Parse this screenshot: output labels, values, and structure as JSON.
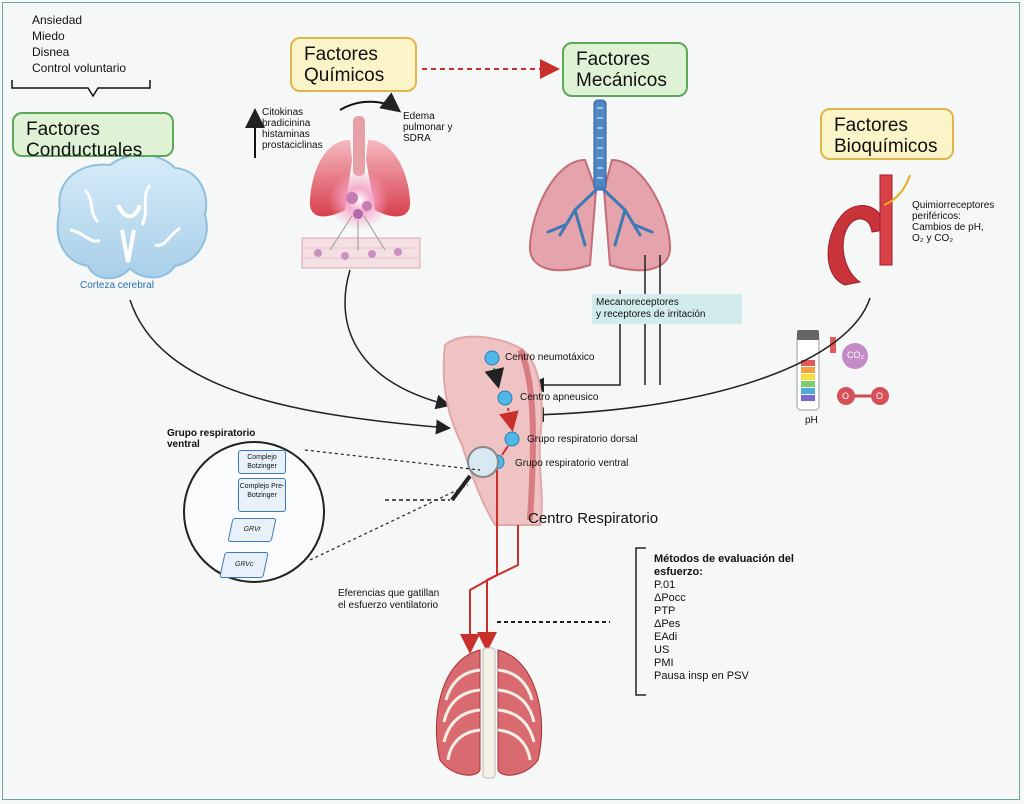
{
  "triggers": [
    "Ansiedad",
    "Miedo",
    "Disnea",
    "Control voluntario"
  ],
  "boxes": {
    "conductuales": [
      "Factores",
      "Conductuales"
    ],
    "quimicos": [
      "Factores",
      "Químicos"
    ],
    "mecanicos": [
      "Factores",
      "Mecánicos"
    ],
    "bioquimicos": [
      "Factores",
      "Bioquímicos"
    ]
  },
  "brain_label": "Corteza cerebral",
  "chemical_mediators": [
    "Citokinas",
    "bradicinina",
    "histaminas",
    "prostaciclinas"
  ],
  "edema_label": [
    "Edema",
    "pulmonar y",
    "SDRA"
  ],
  "mechanoreceptors_label": [
    "Mecanoreceptores",
    "y receptores de irritación"
  ],
  "chemoreceptors_label": [
    "Quimiorreceptores",
    "periféricos:",
    "Cambios de pH,",
    "O₂ y CO₂"
  ],
  "ph_label": "pH",
  "co2_label": "CO₂",
  "o2_label": "O",
  "centers": {
    "neumotaxico": "Centro neumotáxico",
    "apneusico": "Centro apneusico",
    "dorsal": "Grupo respiratorio dorsal",
    "ventral": "Grupo respiratorio ventral",
    "title": "Centro Respiratorio"
  },
  "ventral_group": {
    "title": [
      "Grupo respiratorio",
      "ventral"
    ],
    "items": [
      "Complejo Botzinger",
      "Complejo Pre-Botzinger",
      "GRVr",
      "GRVc"
    ]
  },
  "efferents_label": [
    "Eferencias que gatillan",
    "el esfuerzo ventilatorio"
  ],
  "methods": {
    "title": [
      "Métodos de evaluación del",
      "esfuerzo:"
    ],
    "items": [
      "P.01",
      "ΔPocc",
      "PTP",
      "ΔPes",
      "EAdi",
      "US",
      "PMI",
      "Pausa insp en PSV"
    ]
  },
  "colors": {
    "green_box": "#dff2d6",
    "yellow_box": "#fbf4c8",
    "lung_pink": "#e59aa5",
    "lung_red": "#d9404f",
    "brain_blue": "#b9dbf2",
    "airway_blue": "#3c79b6",
    "ribcage_red": "#c73a3f",
    "brainstem": "#efc3c3"
  }
}
